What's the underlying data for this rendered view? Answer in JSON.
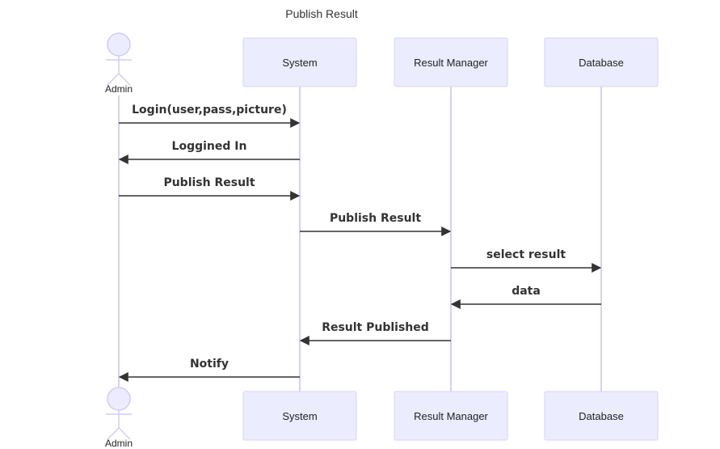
{
  "diagram": {
    "title": "Publish Result",
    "colors": {
      "participant_fill": "#ececff",
      "participant_border": "#d4d4f4",
      "lifeline": "#d4d1f0",
      "message": "#333333",
      "text": "#222222"
    },
    "actors": [
      {
        "id": "admin",
        "label": "Admin",
        "kind": "actor",
        "icon": "stick-figure-icon"
      },
      {
        "id": "system",
        "label": "System",
        "kind": "participant"
      },
      {
        "id": "result_manager",
        "label": "Result Manager",
        "kind": "participant"
      },
      {
        "id": "database",
        "label": "Database",
        "kind": "participant"
      }
    ],
    "messages": [
      {
        "from": "admin",
        "to": "system",
        "label": "Login(user,pass,picture)"
      },
      {
        "from": "system",
        "to": "admin",
        "label": "Loggined In"
      },
      {
        "from": "admin",
        "to": "system",
        "label": "Publish Result"
      },
      {
        "from": "system",
        "to": "result_manager",
        "label": "Publish Result"
      },
      {
        "from": "result_manager",
        "to": "database",
        "label": "select result"
      },
      {
        "from": "database",
        "to": "result_manager",
        "label": "data"
      },
      {
        "from": "result_manager",
        "to": "system",
        "label": "Result Published"
      },
      {
        "from": "system",
        "to": "admin",
        "label": "Notify"
      }
    ]
  }
}
